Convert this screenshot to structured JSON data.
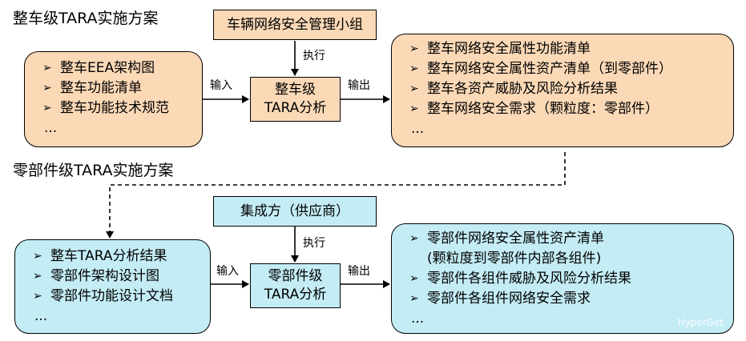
{
  "vehicle": {
    "title": "整车级TARA实施方案",
    "team": "车辆网络安全管理小组",
    "execute_label": "执行",
    "input_label": "输入",
    "output_label": "输出",
    "inputs": [
      "整车EEA架构图",
      "整车功能清单",
      "整车功能技术规范"
    ],
    "inputs_more": "...",
    "analysis_line1": "整车级",
    "analysis_line2": "TARA分析",
    "outputs": [
      "整车网络安全属性功能清单",
      "整车网络安全属性资产清单（到零部件）",
      "整车各资产威胁及风险分析结果",
      "整车网络安全需求（颗粒度：零部件）"
    ],
    "outputs_more": "..."
  },
  "component": {
    "title": "零部件级TARA实施方案",
    "team": "集成方（供应商）",
    "execute_label": "执行",
    "input_label": "输入",
    "output_label": "输出",
    "inputs": [
      "整车TARA分析结果",
      "零部件架构设计图",
      "零部件功能设计文档"
    ],
    "inputs_more": "...",
    "analysis_line1": "零部件级",
    "analysis_line2": "TARA分析",
    "outputs": [
      "零部件网络安全属性资产清单",
      "零部件各组件威胁及风险分析结果",
      "零部件各组件网络安全需求"
    ],
    "outputs_sub": "(颗粒度到零部件内部各组件)",
    "outputs_more": "..."
  },
  "watermark": "HyperGet",
  "colors": {
    "vehicle_fill": "#fbd9b7",
    "component_fill": "#c4ecf5",
    "stroke": "#000000"
  }
}
